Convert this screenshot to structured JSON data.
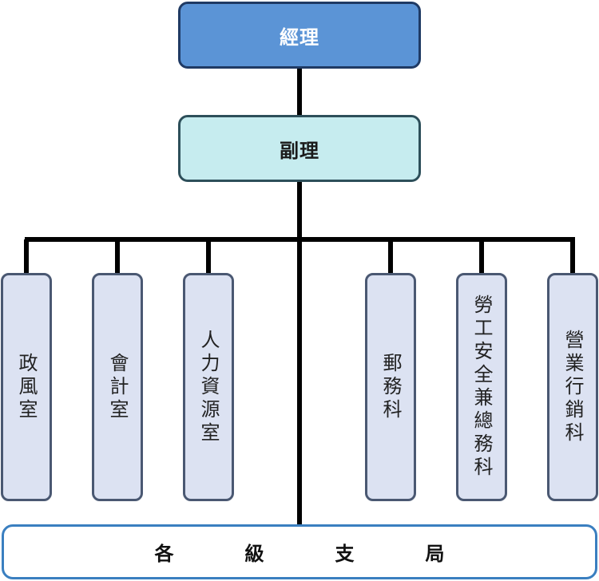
{
  "chart_nodes": {
    "top": "經理",
    "deputy": "副理",
    "departments": [
      "政風室",
      "會計室",
      "人力資源室",
      "郵務科",
      "勞工安全兼總務科",
      "營業行銷科"
    ],
    "bottom": "各級支局"
  },
  "colors": {
    "top_fill": "#5b94d6",
    "top_border": "#1f3a64",
    "deputy_fill": "#c6ecef",
    "deputy_border": "#2d4f5a",
    "dept_fill": "#dce2f2",
    "dept_border": "#4a5872",
    "bottom_border": "#3a7fc0",
    "connector": "#000000"
  }
}
